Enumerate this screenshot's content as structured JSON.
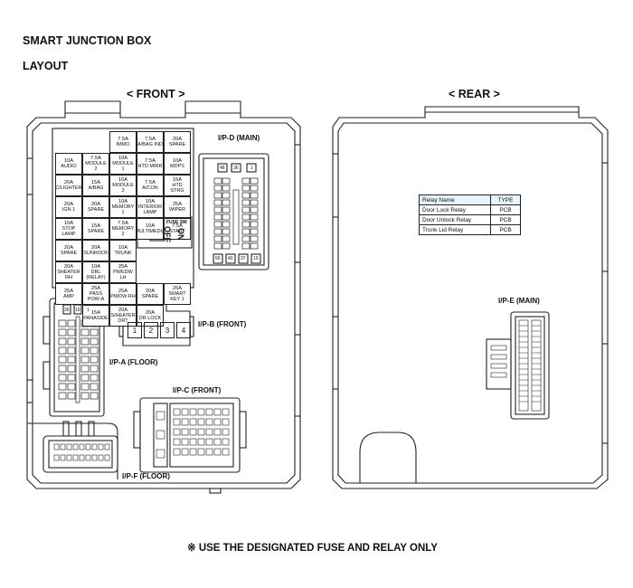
{
  "title": "SMART JUNCTION BOX",
  "subtitle": "LAYOUT",
  "front_label": "< FRONT >",
  "rear_label": "< REAR >",
  "footer_note": "※ USE THE DESIGNATED FUSE AND RELAY ONLY",
  "connectors": {
    "ip_d": "I/P-D (MAIN)",
    "ip_b": "I/P-B (FRONT)",
    "ip_a": "I/P-A (FLOOR)",
    "ip_c": "I/P-C (FRONT)",
    "ip_f": "I/P-F (FLOOR)",
    "ip_e": "I/P-E (MAIN)"
  },
  "fuse_switch": {
    "top": "FUSE SW",
    "off": "OFF",
    "on": "ON"
  },
  "ip_b_pins": [
    "1",
    "2",
    "3",
    "4"
  ],
  "ip_d_pins": {
    "top": [
      "48",
      "36",
      "1"
    ],
    "bottom": [
      "56",
      "40",
      "37",
      "19"
    ]
  },
  "ip_a_pins": [
    "36",
    "19",
    "1"
  ],
  "fuses": [
    {
      "amp": "",
      "name": ""
    },
    {
      "amp": "",
      "name": ""
    },
    {
      "amp": "7.5A",
      "name": "IMMO"
    },
    {
      "amp": "7.5A",
      "name": "A/BAG IND"
    },
    {
      "amp": "20A",
      "name": "SPARE"
    },
    {
      "amp": "10A",
      "name": "AUDIO"
    },
    {
      "amp": "7.5A",
      "name": "MODULE 2"
    },
    {
      "amp": "10A",
      "name": "MODULE 1"
    },
    {
      "amp": "7.5A",
      "name": "HTD MIRR"
    },
    {
      "amp": "10A",
      "name": "MDPS"
    },
    {
      "amp": "20A",
      "name": "C/LIGHTER"
    },
    {
      "amp": "15A",
      "name": "A/BAG"
    },
    {
      "amp": "10A",
      "name": "MODULE 3"
    },
    {
      "amp": "7.5A",
      "name": "A/CON"
    },
    {
      "amp": "15A",
      "name": "HTD STRG"
    },
    {
      "amp": "20A",
      "name": "IGN 1"
    },
    {
      "amp": "20A",
      "name": "SPARE"
    },
    {
      "amp": "10A",
      "name": "MEMORY 1"
    },
    {
      "amp": "10A",
      "name": "INTERIOR LAMP"
    },
    {
      "amp": "25A",
      "name": "WIPER"
    },
    {
      "amp": "10A",
      "name": "STOP LAMP"
    },
    {
      "amp": "15A",
      "name": "SPARE"
    },
    {
      "amp": "7.5A",
      "name": "MEMORY 2"
    },
    {
      "amp": "10A",
      "name": "MULTIMEDIA"
    },
    {
      "amp": "7.5A",
      "name": "START"
    },
    {
      "amp": "20A",
      "name": "SPARE"
    },
    {
      "amp": "20A",
      "name": "SUNROOF"
    },
    {
      "amp": "10A",
      "name": "TRUNK"
    },
    {
      "amp": "",
      "name": ""
    },
    {
      "amp": "",
      "name": ""
    },
    {
      "amp": "20A",
      "name": "SHEATER RH"
    },
    {
      "amp": "10A",
      "name": "DRL (RELAY)"
    },
    {
      "amp": "25A",
      "name": "PWEDW LH"
    },
    {
      "amp": "",
      "name": ""
    },
    {
      "amp": "",
      "name": ""
    },
    {
      "amp": "25A",
      "name": "AMP"
    },
    {
      "amp": "25A",
      "name": "PASS POW-A"
    },
    {
      "amp": "25A",
      "name": "PWDW RH"
    },
    {
      "amp": "20A",
      "name": "SPARE"
    },
    {
      "amp": "25A",
      "name": "SMART KEY 1"
    },
    {
      "amp": "",
      "name": ""
    },
    {
      "amp": "15A",
      "name": "PANASIDE"
    },
    {
      "amp": "20A",
      "name": "S/HEATER DRT"
    },
    {
      "amp": "20A",
      "name": "DR LOCK"
    },
    {
      "amp": "",
      "name": ""
    }
  ],
  "relay_table": {
    "headers": [
      "Relay Name",
      "TYPE"
    ],
    "rows": [
      [
        "Door Lock Relay",
        "PCB"
      ],
      [
        "Door Unlock Relay",
        "PCB"
      ],
      [
        "Trunk Lid Relay",
        "PCB"
      ]
    ]
  }
}
